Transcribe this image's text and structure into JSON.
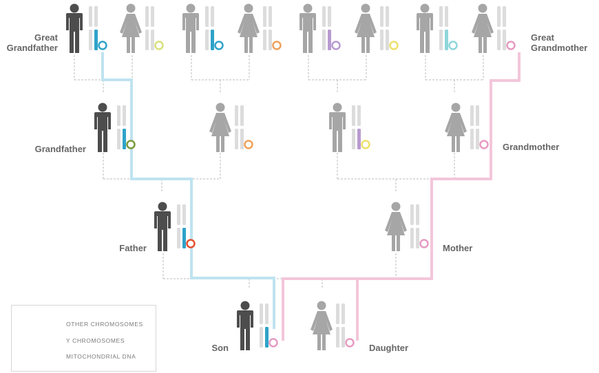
{
  "labels": {
    "great_grandfather": "Great\nGrandfather",
    "great_grandmother": "Great\nGrandmother",
    "grandfather": "Grandfather",
    "grandmother": "Grandmother",
    "father": "Father",
    "mother": "Mother",
    "son": "Son",
    "daughter": "Daughter"
  },
  "legend": {
    "other": "OTHER CHROMOSOMES",
    "y": "Y CHROMOSOMES",
    "mito": "MITOCHONDRIAL DNA"
  },
  "colors": {
    "y_line": "#bfe3f0",
    "y_chromosome": "#2fa3c9",
    "mito_line": "#f3c6da",
    "mito_pink": "#e69ac2",
    "chromosome": "#dcdcdc",
    "dotted": "#bbbbbb",
    "person_dark": "#4d4d4d",
    "person_light": "#a6a6a6",
    "mito_gen1": [
      "#2fa3c9",
      "#d8e07a",
      "#2fa3c9",
      "#f0a05a",
      "#b89ad0",
      "#eee06a",
      "#8fd6da",
      "#e69ac2"
    ],
    "mito_gen2": [
      "#7a9a3a",
      "#f0a05a",
      "#eee06a",
      "#e69ac2"
    ],
    "mito_father": "#e5502f",
    "mito_mother": "#e69ac2",
    "y_gen1": [
      "#2fa3c9",
      "#2fa3c9",
      "#b89ad0",
      "#8fd6da"
    ]
  },
  "icons": [
    "male-icon",
    "female-icon",
    "chromosome-icon",
    "mitochondria-icon"
  ]
}
